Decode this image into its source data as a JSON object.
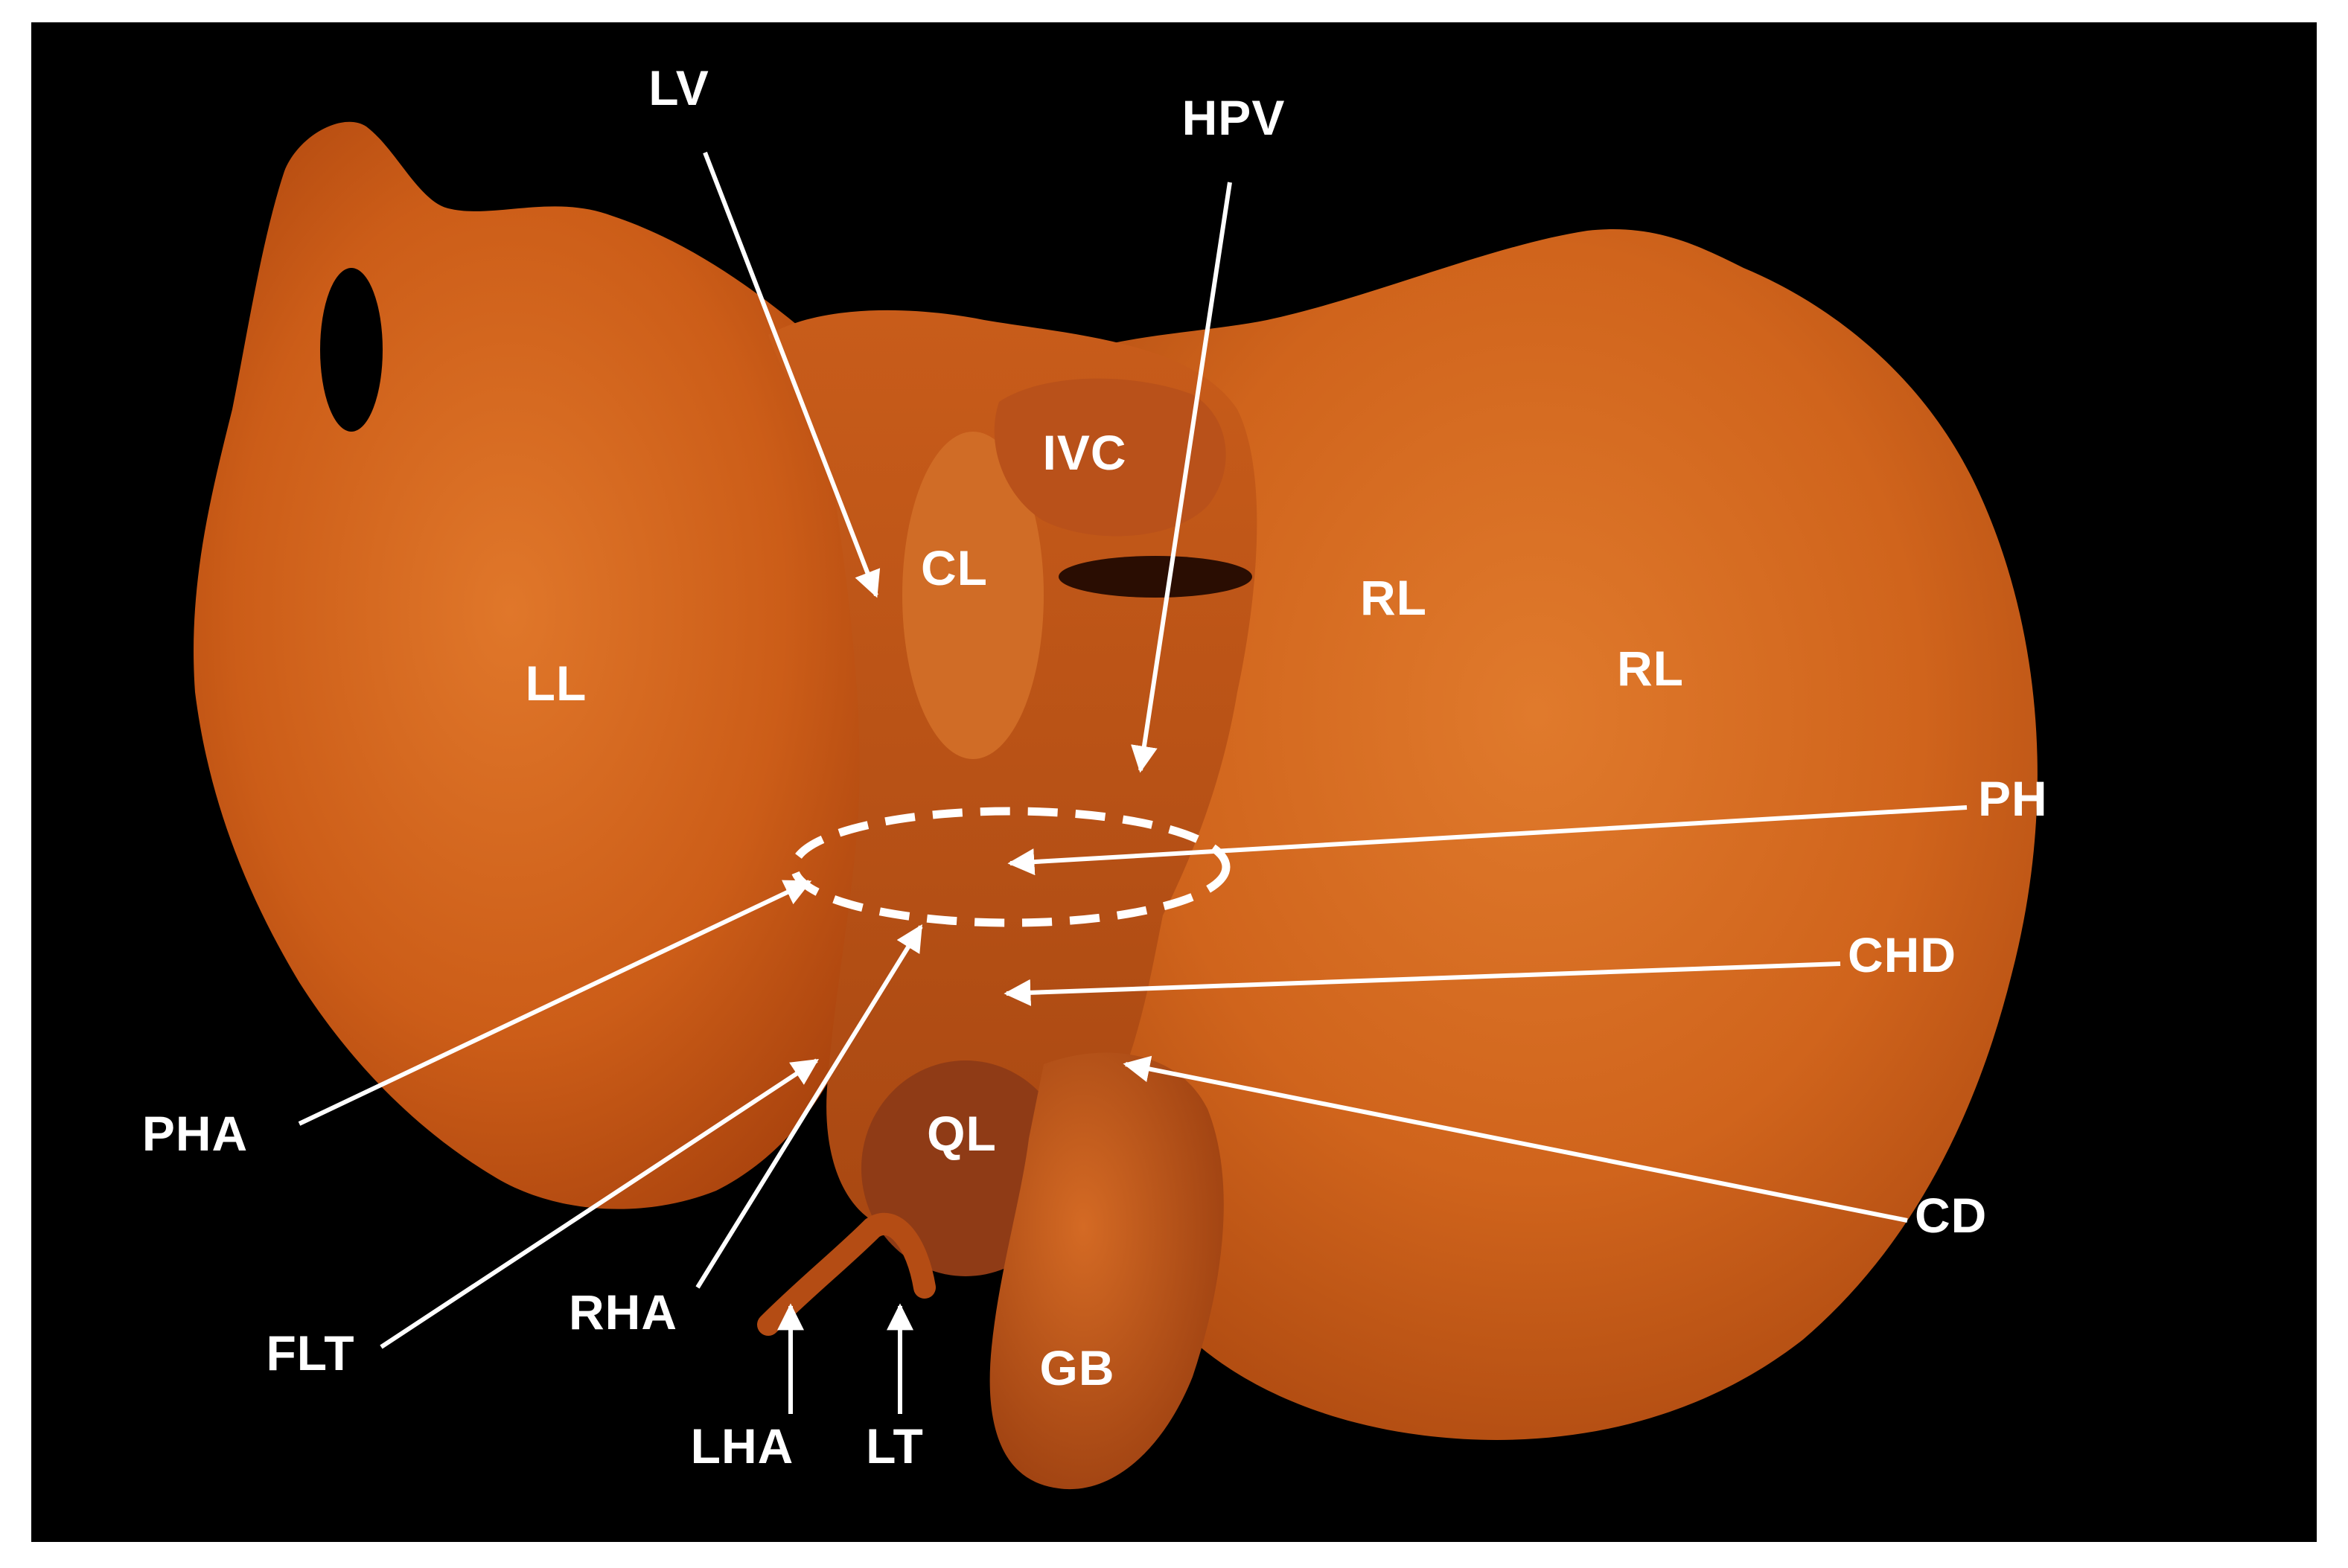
{
  "figure": {
    "background": "#000000",
    "tissue_color": "#d2641c",
    "label_color": "#ffffff",
    "labels": {
      "lv": "LV",
      "hpv": "HPV",
      "ivc": "IVC",
      "cl": "CL",
      "rl_upper": "RL",
      "rl_right": "RL",
      "ll": "LL",
      "ph": "PH",
      "chd": "CHD",
      "pha": "PHA",
      "ql": "QL",
      "cd": "CD",
      "flt": "FLT",
      "rha": "RHA",
      "gb": "GB",
      "lha": "LHA",
      "lt": "LT"
    }
  }
}
